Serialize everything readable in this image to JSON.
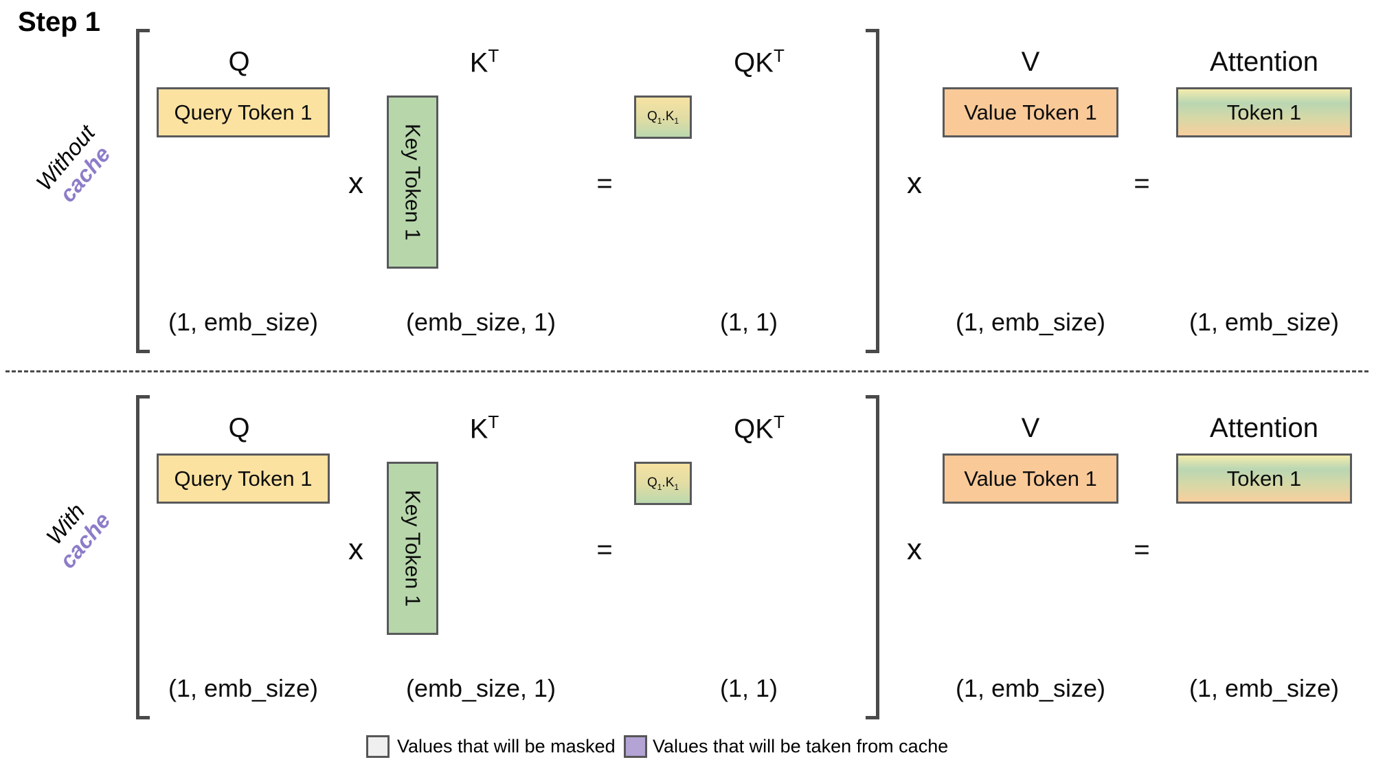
{
  "title": "Step 1",
  "rows": [
    {
      "side": {
        "line1": "Without",
        "line2": "cache"
      },
      "headers": {
        "q": "Q",
        "k_base": "K",
        "k_sup": "T",
        "qk_base": "QK",
        "qk_sup": "T",
        "v": "V",
        "attention": "Attention"
      },
      "boxes": {
        "query": "Query Token 1",
        "key": "Key Token 1",
        "qk": {
          "p1": "Q",
          "s1": "1",
          "dot": ".",
          "p2": "K",
          "s2": "1"
        },
        "value": "Value Token 1",
        "attention": "Token 1"
      },
      "ops": {
        "mul1": "x",
        "eq1": "=",
        "mul2": "x",
        "eq2": "="
      },
      "dims": {
        "q": "(1, emb_size)",
        "k": "(emb_size, 1)",
        "qk": "(1, 1)",
        "v": "(1, emb_size)",
        "attention": "(1, emb_size)"
      }
    },
    {
      "side": {
        "line1": "With",
        "line2": "cache"
      },
      "headers": {
        "q": "Q",
        "k_base": "K",
        "k_sup": "T",
        "qk_base": "QK",
        "qk_sup": "T",
        "v": "V",
        "attention": "Attention"
      },
      "boxes": {
        "query": "Query Token 1",
        "key": "Key Token 1",
        "qk": {
          "p1": "Q",
          "s1": "1",
          "dot": ".",
          "p2": "K",
          "s2": "1"
        },
        "value": "Value Token 1",
        "attention": "Token 1"
      },
      "ops": {
        "mul1": "x",
        "eq1": "=",
        "mul2": "x",
        "eq2": "="
      },
      "dims": {
        "q": "(1, emb_size)",
        "k": "(emb_size, 1)",
        "qk": "(1, 1)",
        "v": "(1, emb_size)",
        "attention": "(1, emb_size)"
      }
    }
  ],
  "legend": {
    "masked": {
      "label": "Values that will be masked",
      "color": "#efefef"
    },
    "from_cache": {
      "label": "Values that will be taken from cache",
      "color": "#b4a3d5"
    }
  },
  "colors": {
    "query_box": "#fbe2a1",
    "key_box": "#b7d7ab",
    "value_box": "#f9c998",
    "qk_box_gradient_top": "#f6e2a2",
    "qk_box_gradient_bottom": "#bbd8ae",
    "attention_gradient": [
      "#f3ecae",
      "#b9d6b2",
      "#d6d8a7",
      "#f8cf9e"
    ],
    "cache_word_text": "#8d7cc9",
    "box_border": "#58595b",
    "bracket": "#4a4a4a"
  }
}
